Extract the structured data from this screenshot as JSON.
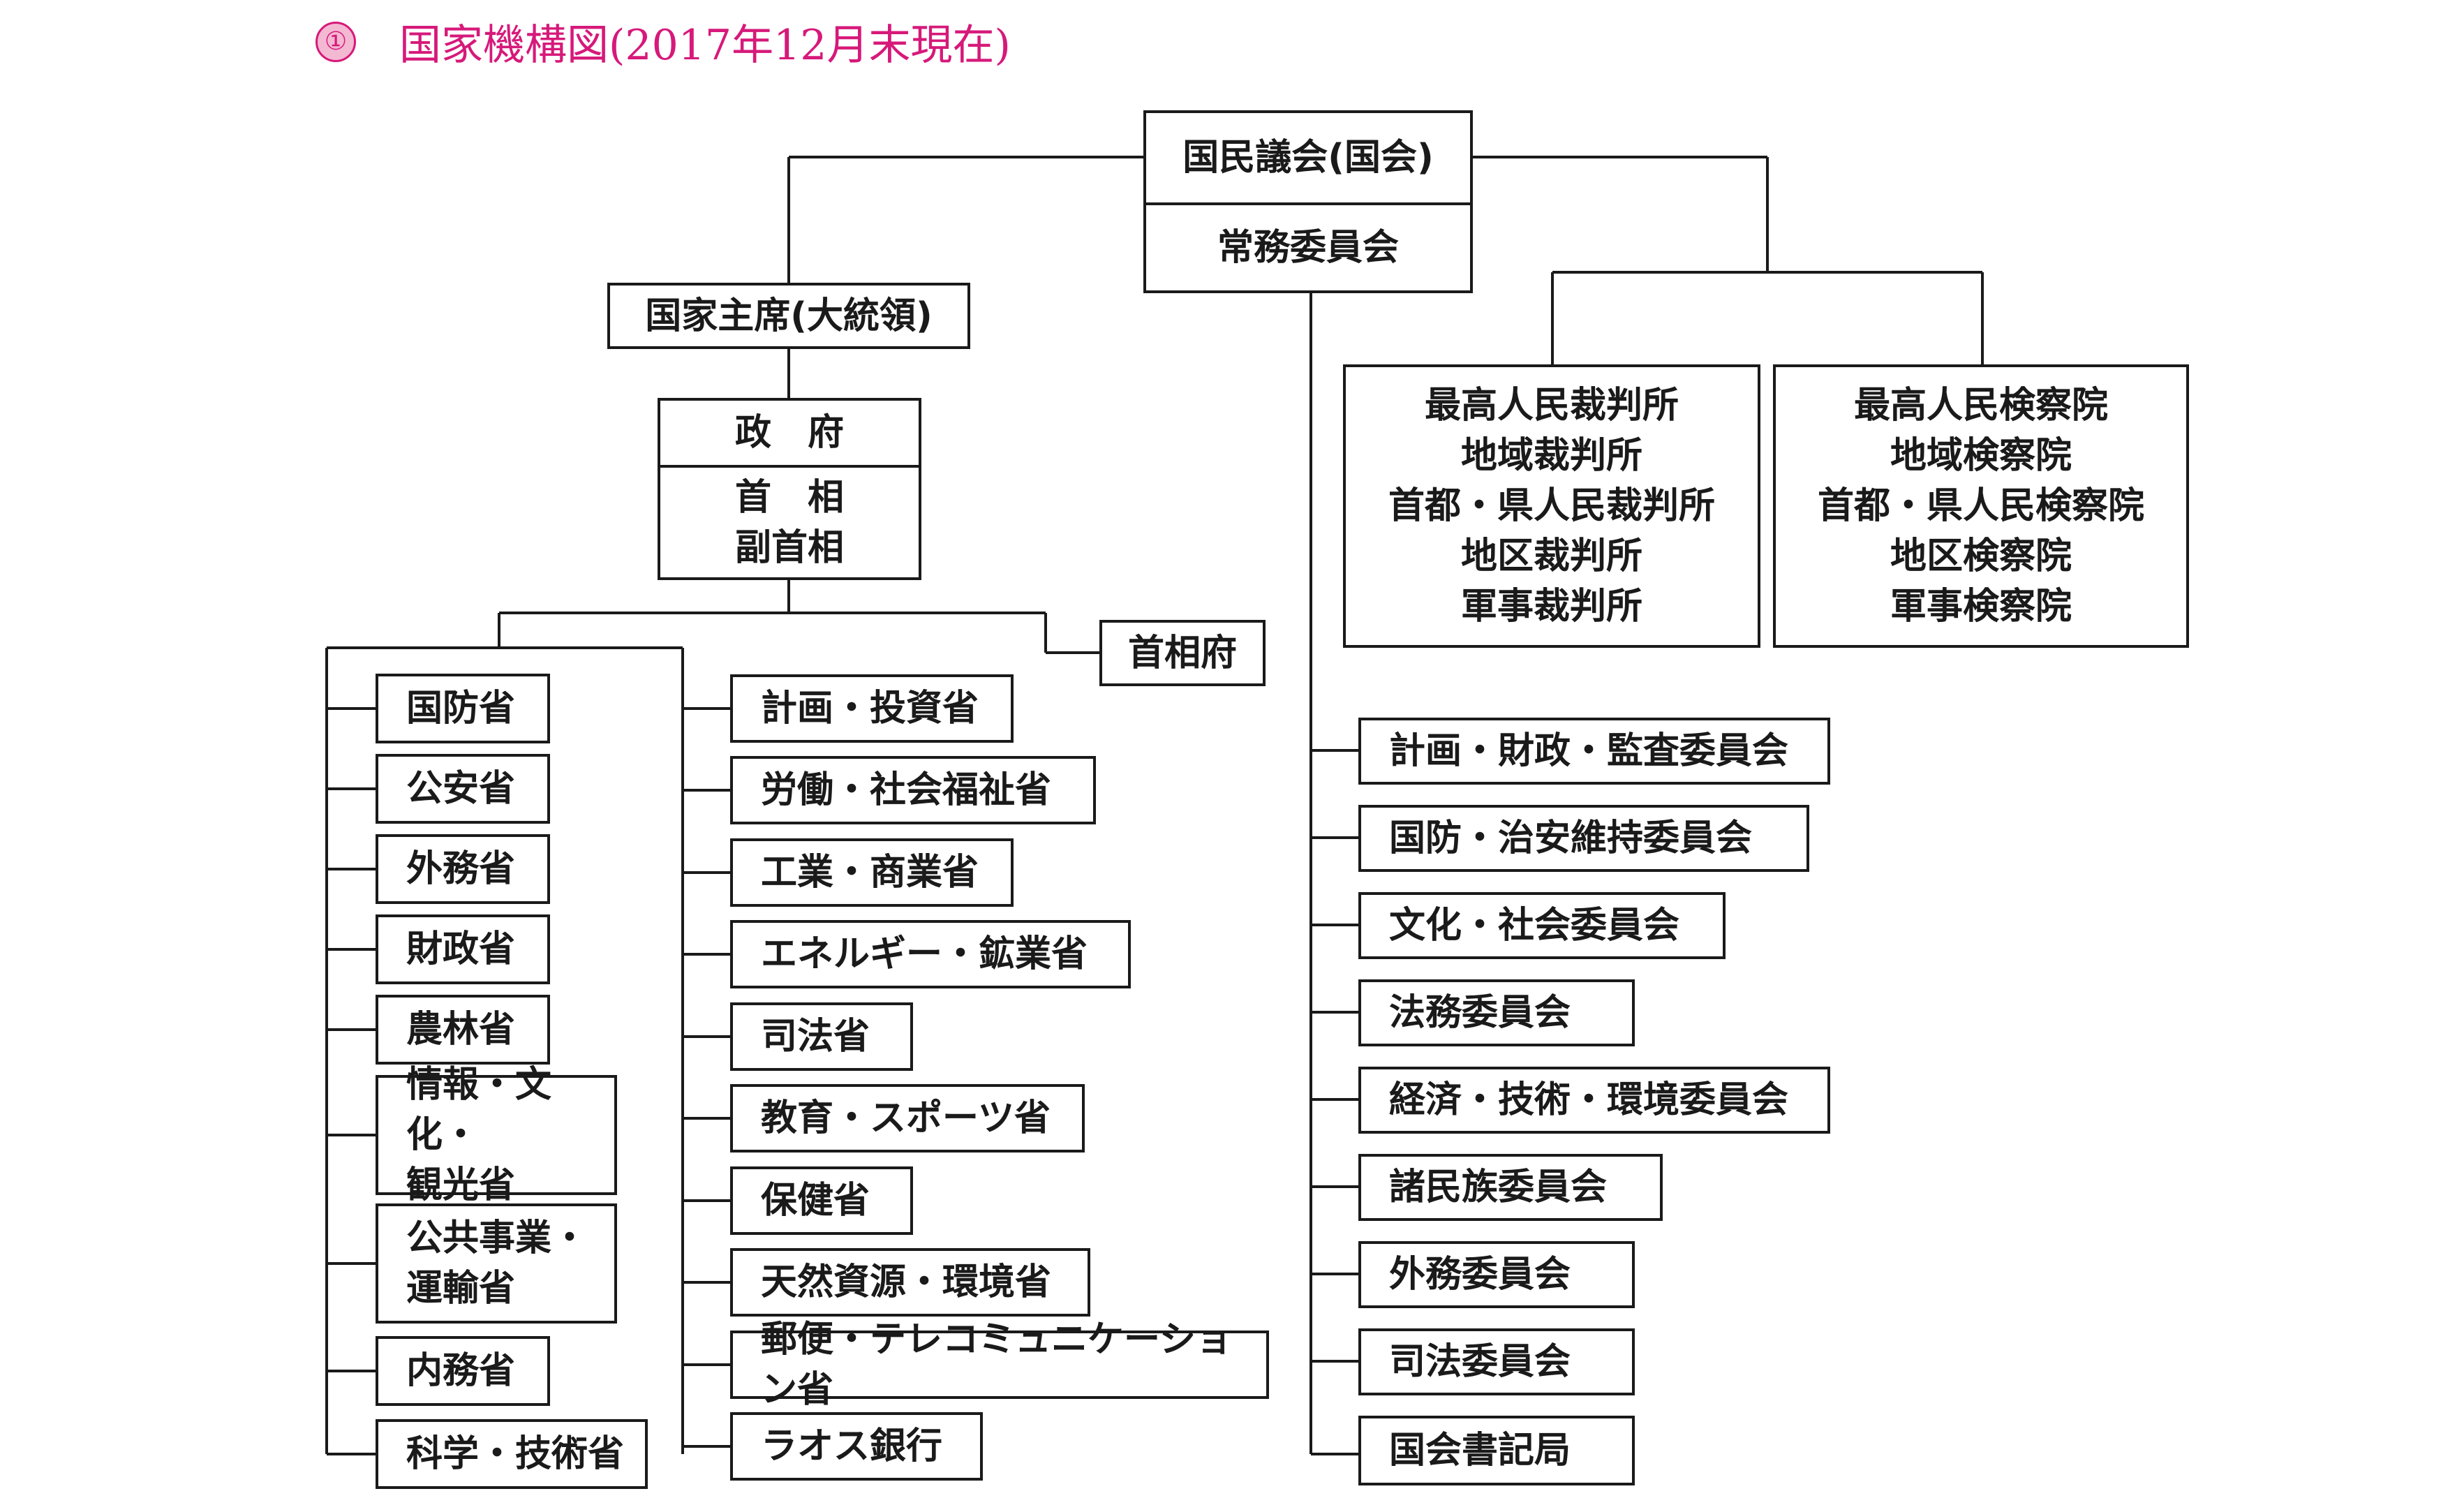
{
  "heading": {
    "number": "①",
    "title": "国家機構図(2017年12月末現在)"
  },
  "national_assembly": {
    "title": "国民議会(国会)",
    "standing_committee": "常務委員会"
  },
  "president": "国家主席(大統領)",
  "government": {
    "title": "政　府",
    "leaders": [
      "首　相",
      "副首相"
    ]
  },
  "pm_office": "首相府",
  "ministries_left": [
    [
      "国防省"
    ],
    [
      "公安省"
    ],
    [
      "外務省"
    ],
    [
      "財政省"
    ],
    [
      "農林省"
    ],
    [
      "情報・文化・",
      "観光省"
    ],
    [
      "公共事業・",
      "運輸省"
    ],
    [
      "内務省"
    ],
    [
      "科学・技術省"
    ]
  ],
  "ministries_right": [
    "計画・投資省",
    "労働・社会福祉省",
    "工業・商業省",
    "エネルギー・鉱業省",
    "司法省",
    "教育・スポーツ省",
    "保健省",
    "天然資源・環境省",
    "郵便・テレコミュニケーション省",
    "ラオス銀行"
  ],
  "assembly_committees": [
    "計画・財政・監査委員会",
    "国防・治安維持委員会",
    "文化・社会委員会",
    "法務委員会",
    "経済・技術・環境委員会",
    "諸民族委員会",
    "外務委員会",
    "司法委員会",
    "国会書記局"
  ],
  "courts": [
    "最高人民裁判所",
    "地域裁判所",
    "首都・県人民裁判所",
    "地区裁判所",
    "軍事裁判所"
  ],
  "prosecutors": [
    "最高人民検察院",
    "地域検察院",
    "首都・県人民検察院",
    "地区検察院",
    "軍事検察院"
  ]
}
